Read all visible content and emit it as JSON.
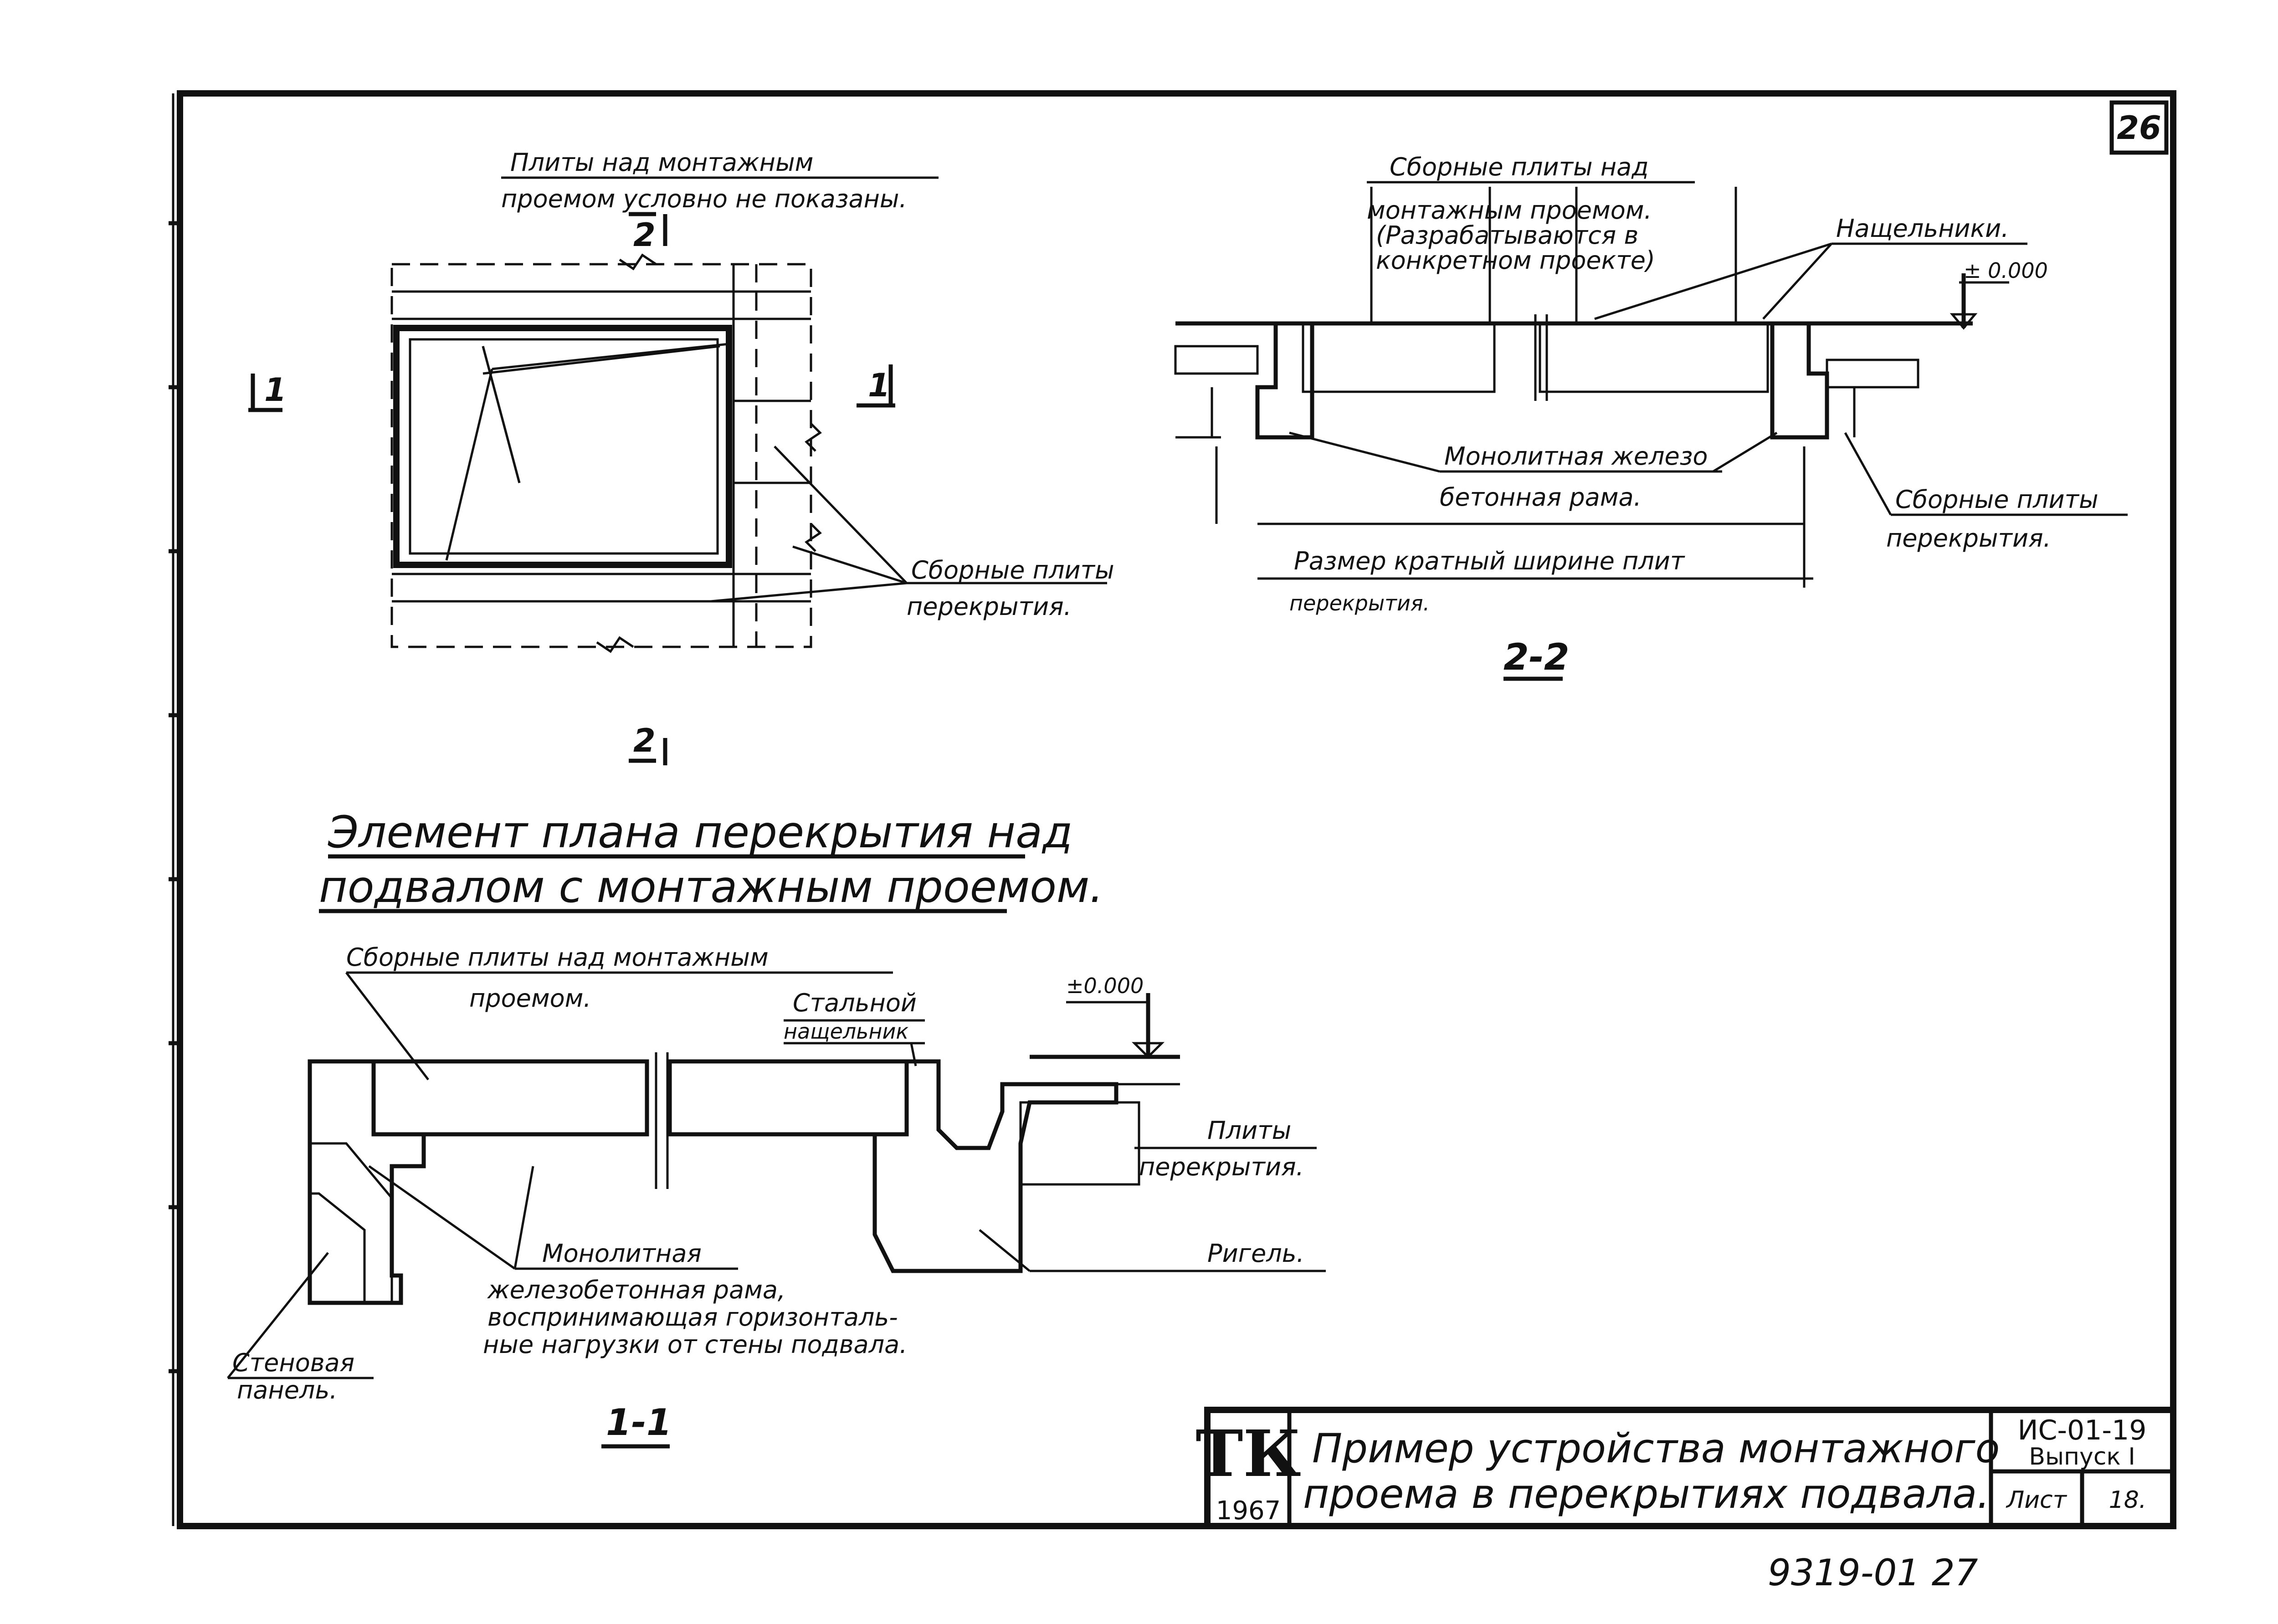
{
  "sheet": {
    "number": "26",
    "footer_number": "9319-01  27"
  },
  "plan": {
    "note_line1": "Плиты над монтажным",
    "note_line2": "проемом условно не показаны.",
    "cut_2_top": "2",
    "cut_2_bottom": "2",
    "cut_1_left": "1",
    "cut_1_right": "1",
    "label_slabs_line1": "Сборные плиты",
    "label_slabs_line2": "перекрытия.",
    "title_line1": "Элемент плана перекрытия над",
    "title_line2": "подвалом с монтажным проемом."
  },
  "section22": {
    "label_slabs_over_opening_1": "Сборные плиты над",
    "label_slabs_over_opening_2": "монтажным проемом.",
    "label_slabs_over_opening_3": "(Разрабатываются в",
    "label_slabs_over_opening_4": "конкретном проекте)",
    "label_covers": "Нащельники.",
    "level": "± 0.000",
    "label_frame_1": "Монолитная железо",
    "label_frame_2": "бетонная рама.",
    "label_slabs_1": "Сборные плиты",
    "label_slabs_2": "перекрытия.",
    "dim_label_1": "Размер кратный ширине плит",
    "dim_label_2": "перекрытия.",
    "title": "2-2"
  },
  "section11": {
    "label_slabs_over_1": "Сборные плиты над монтажным",
    "label_slabs_over_2": "проемом.",
    "label_steel_1": "Стальной",
    "label_steel_2": "нащельник",
    "level": "±0.000",
    "label_floor_1": "Плиты",
    "label_floor_2": "перекрытия.",
    "label_beam": "Ригель.",
    "label_frame_1": "Монолитная",
    "label_frame_2": "железобетонная рама,",
    "label_frame_3": "воспринимающая горизонталь-",
    "label_frame_4": "ные нагрузки от стены подвала.",
    "label_wall_1": "Стеновая",
    "label_wall_2": "панель.",
    "title": "1-1"
  },
  "stamp": {
    "org_code": "ТК",
    "year": "1967",
    "title_line1": "Пример устройства монтажного",
    "title_line2": "проема в перекрытиях подвала.",
    "series": "ИС-01-19",
    "issue": "Выпуск I",
    "sheet_label": "Лист",
    "sheet_value": "18."
  }
}
